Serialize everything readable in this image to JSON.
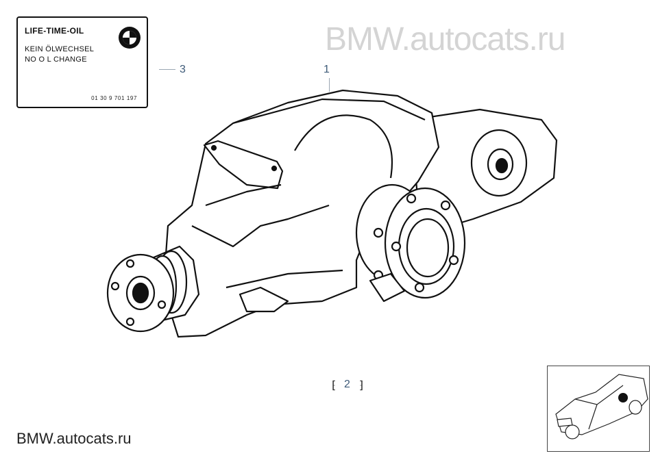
{
  "label": {
    "title": "LIFE-TIME-OIL",
    "line1": "KEIN ÖLWECHSEL",
    "line2": "NO O L CHANGE",
    "code": "01 30 9 701 197"
  },
  "watermark": {
    "top": "BMW.autocats.ru",
    "bottom": "BMW.autocats.ru"
  },
  "callouts": {
    "c1": "1",
    "c2": "2",
    "c3": "3"
  },
  "icons": {
    "logo": "bmw-roundel-icon",
    "car": "car-location-icon"
  }
}
